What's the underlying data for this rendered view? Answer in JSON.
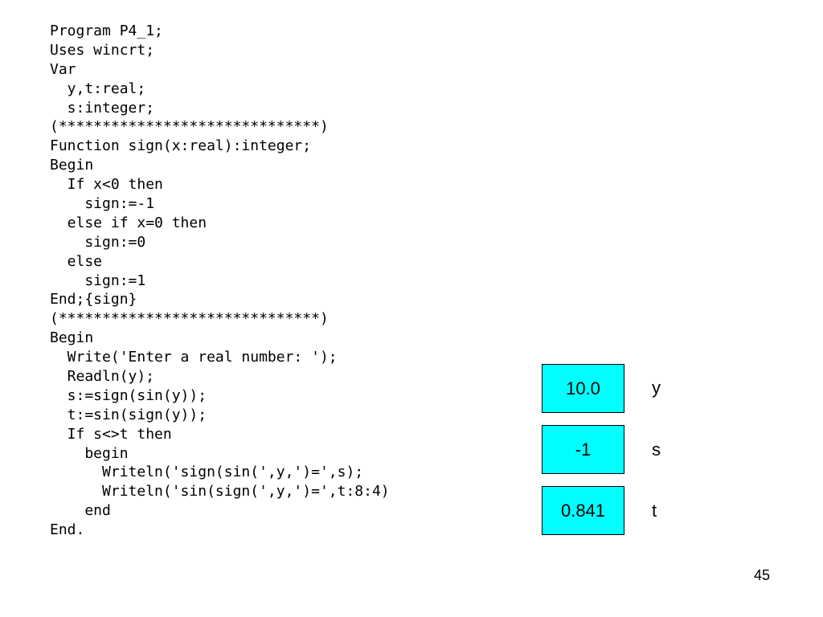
{
  "code_lines": [
    "Program P4_1;",
    "Uses wincrt;",
    "Var",
    "  y,t:real;",
    "  s:integer;",
    "(******************************)",
    "Function sign(x:real):integer;",
    "Begin",
    "  If x<0 then",
    "    sign:=-1",
    "  else if x=0 then",
    "    sign:=0",
    "  else",
    "    sign:=1",
    "End;{sign}",
    "(******************************)",
    "Begin",
    "  Write('Enter a real number: ');",
    "  Readln(y);",
    "  s:=sign(sin(y));",
    "  t:=sin(sign(y));",
    "  If s<>t then",
    "    begin",
    "      Writeln('sign(sin(',y,')=',s);",
    "      Writeln('sin(sign(',y,')=',t:8:4)",
    "    end",
    "End."
  ],
  "variables": [
    {
      "value": "10.0",
      "name": "y"
    },
    {
      "value": "-1",
      "name": "s"
    },
    {
      "value": "0.841",
      "name": "t"
    }
  ],
  "box_color": "#00ffff",
  "slide_number": "45"
}
